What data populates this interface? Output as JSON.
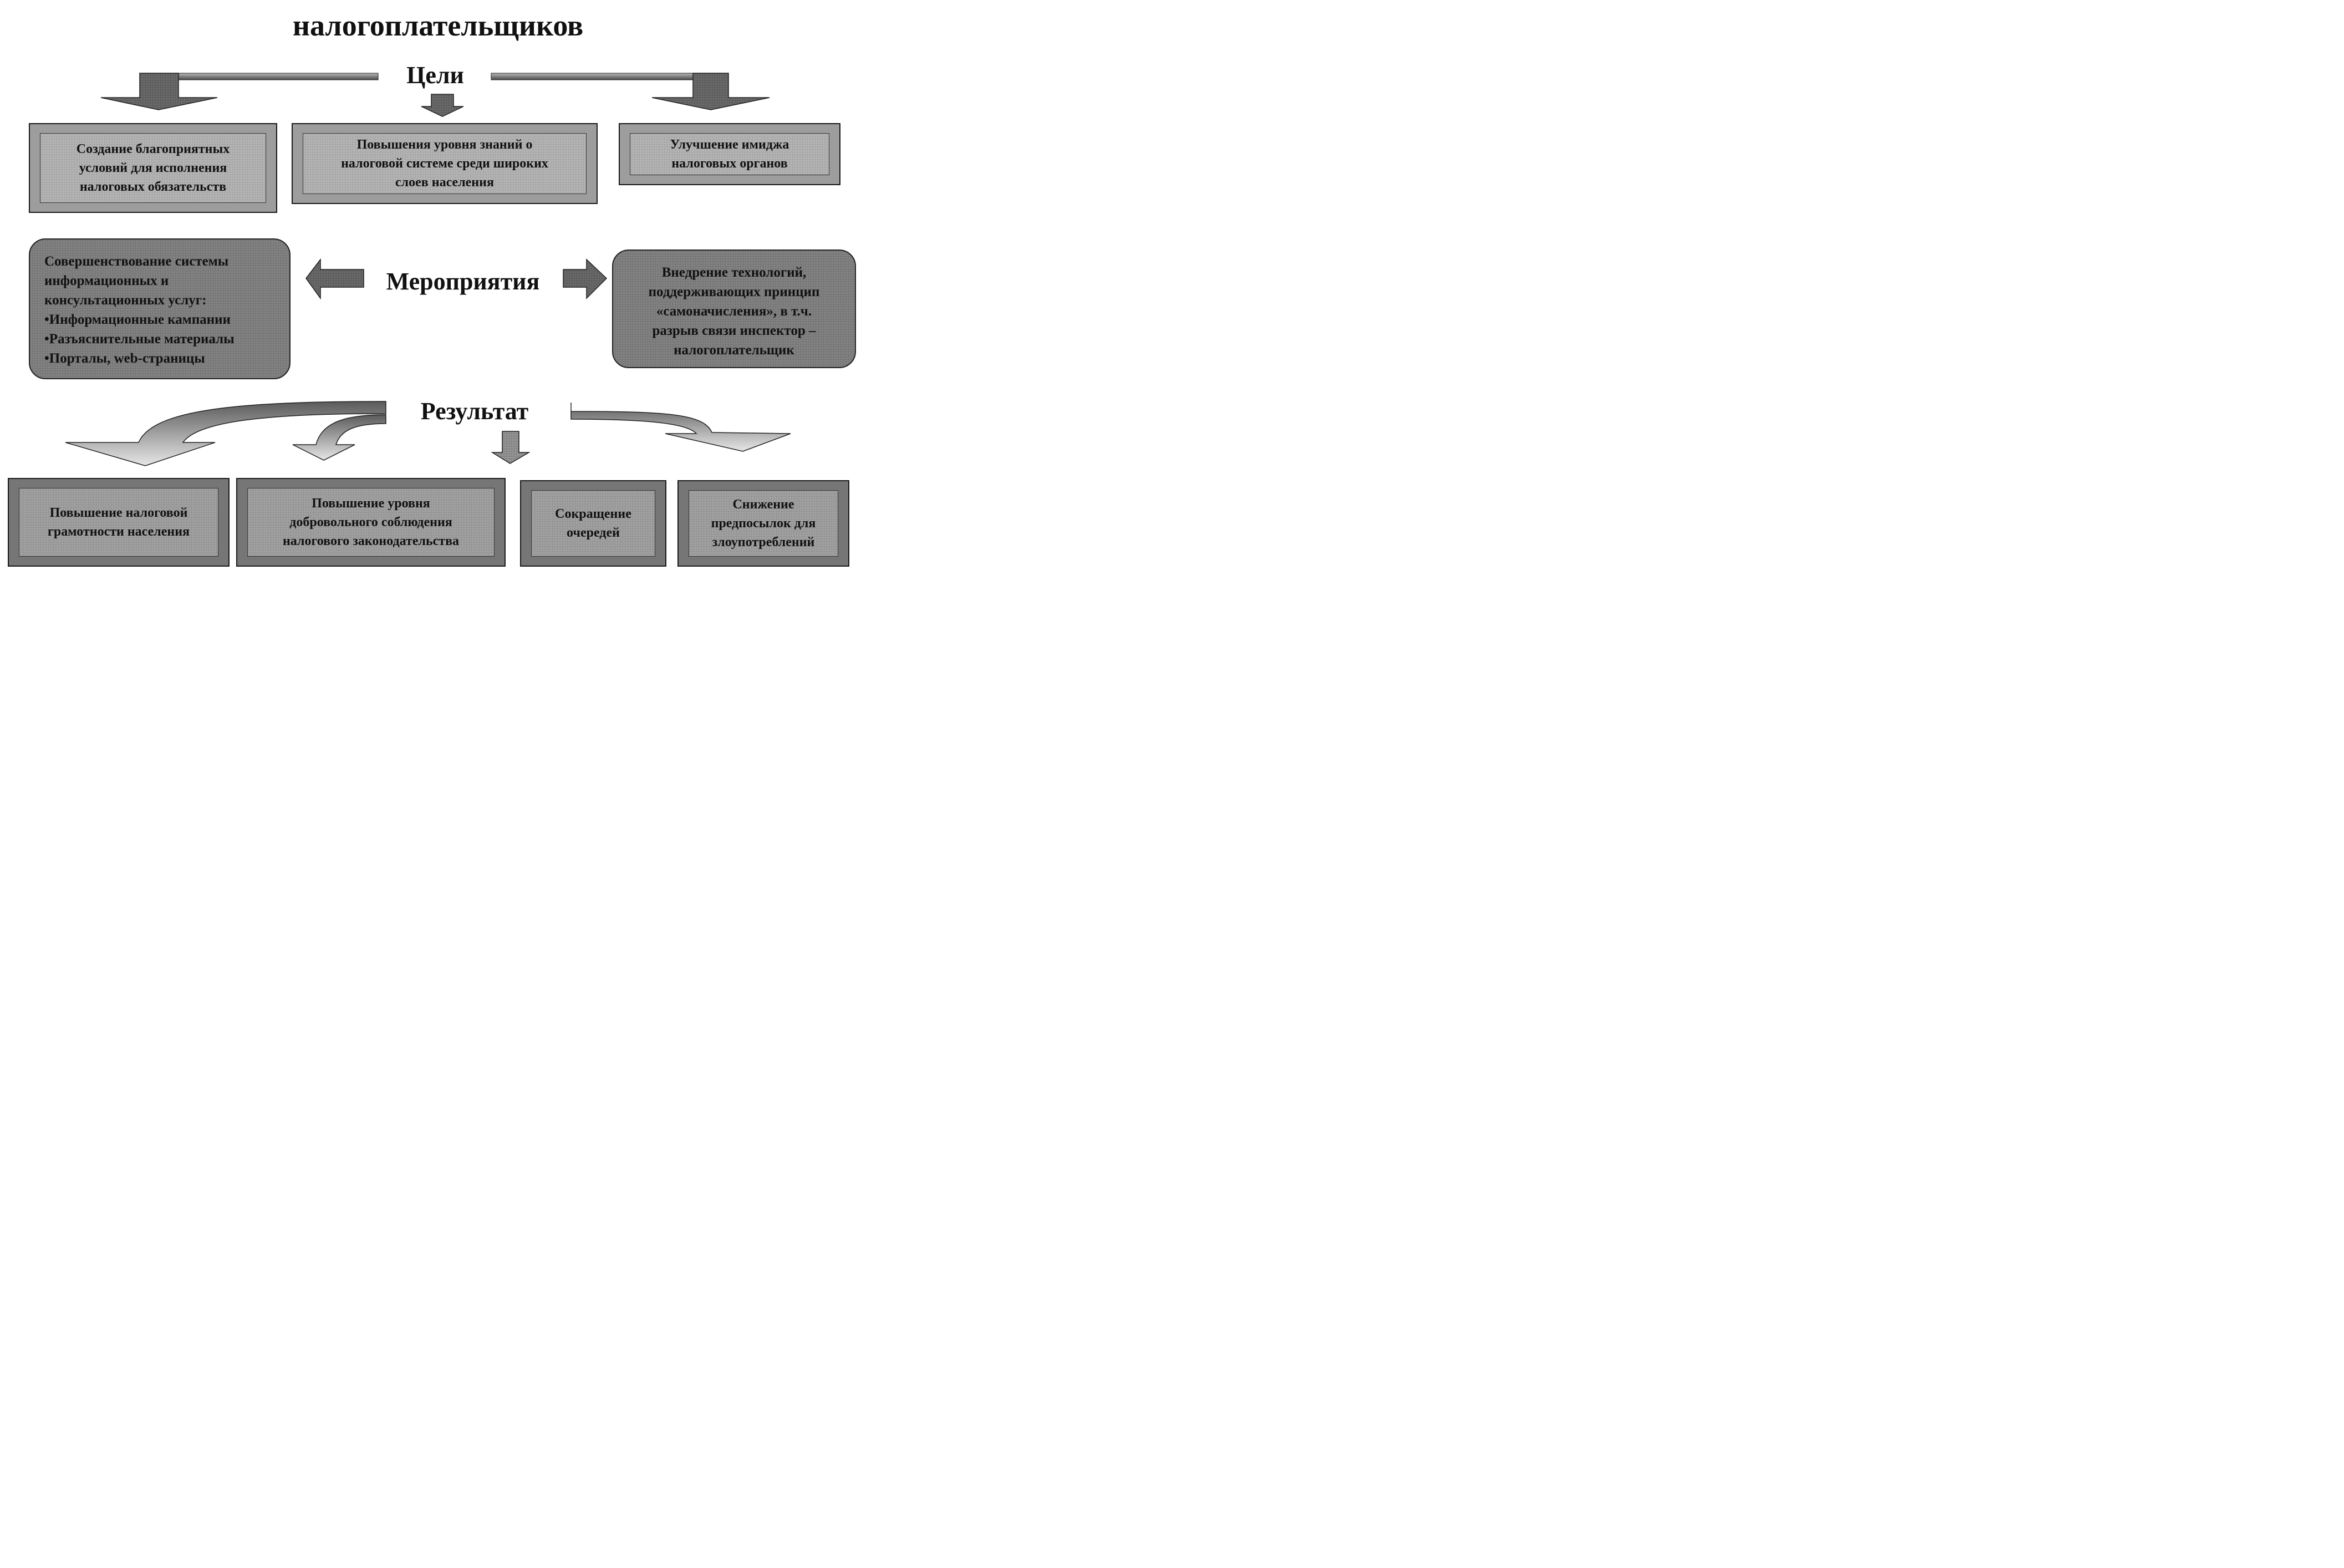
{
  "title": "налогоплательщиков",
  "goals": {
    "heading": "Цели",
    "items": [
      {
        "lines": [
          "Создание благоприятных",
          "условий для исполнения",
          "налоговых обязательств"
        ]
      },
      {
        "lines": [
          "Повышения уровня знаний о",
          "налоговой системе среди широких",
          "слоев населения"
        ]
      },
      {
        "lines": [
          "Улучшение имиджа",
          "налоговых органов"
        ]
      }
    ]
  },
  "measures": {
    "heading": "Мероприятия",
    "left": {
      "lines": [
        "Совершенствование системы",
        "информационных и",
        "консультационных услуг:",
        "•Информационные кампании",
        "•Разъяснительные материалы",
        "•Порталы, web-страницы"
      ]
    },
    "right": {
      "lines": [
        "Внедрение технологий,",
        "поддерживающих принцип",
        "«самоначисления», в т.ч.",
        "разрыв связи инспектор –",
        "налогоплательщик"
      ]
    }
  },
  "results": {
    "heading": "Результат",
    "items": [
      {
        "lines": [
          "Повышение налоговой",
          "грамотности населения"
        ]
      },
      {
        "lines": [
          "Повышение уровня",
          "добровольного соблюдения",
          "налогового законодательства"
        ]
      },
      {
        "lines": [
          "Сокращение",
          "очередей"
        ]
      },
      {
        "lines": [
          "Снижение",
          "предпосылок для",
          "злоупотреблений"
        ]
      }
    ]
  }
}
